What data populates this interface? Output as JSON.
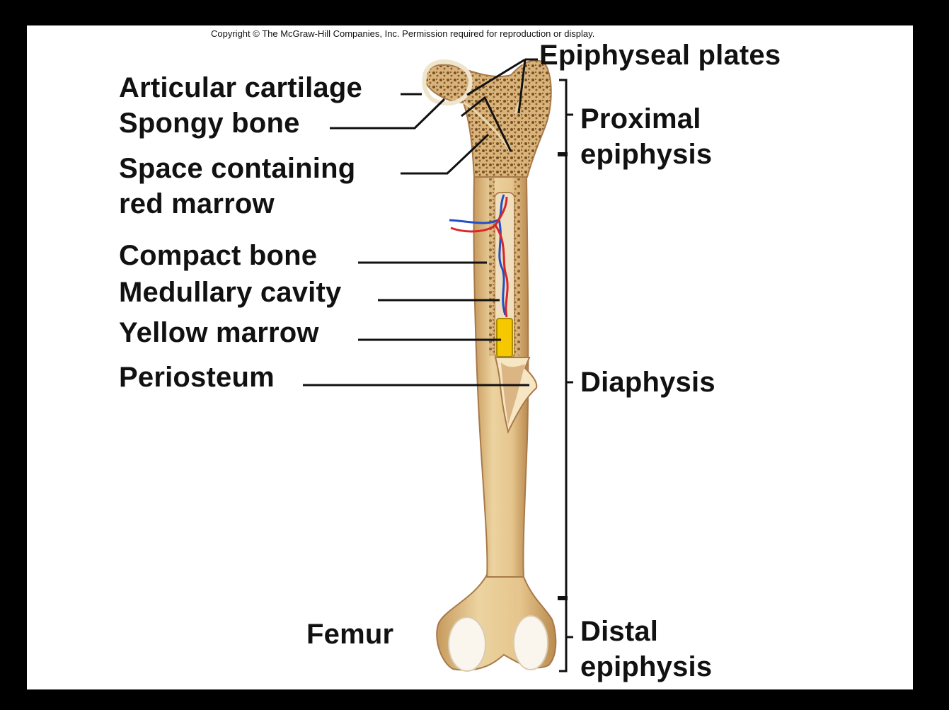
{
  "copyright": "Copyright © The McGraw-Hill Companies, Inc. Permission required for reproduction or display.",
  "labels": {
    "epiphyseal_plates": "Epiphyseal plates",
    "articular_cartilage": "Articular cartilage",
    "spongy_bone": "Spongy bone",
    "space_containing": "Space containing",
    "red_marrow": "red marrow",
    "compact_bone": "Compact bone",
    "medullary_cavity": "Medullary cavity",
    "yellow_marrow": "Yellow marrow",
    "periosteum": "Periosteum",
    "femur": "Femur"
  },
  "regions": {
    "proximal": "Proximal",
    "epiphysis1": "epiphysis",
    "diaphysis": "Diaphysis",
    "distal": "Distal",
    "epiphysis2": "epiphysis"
  },
  "colors": {
    "bone": "#e8c98f",
    "bone_shade": "#c79a5c",
    "spongy": "#b07a42",
    "cartilage": "#f4ecd8",
    "yellow_marrow": "#f5c800",
    "artery": "#d8262a",
    "vein": "#1f4fc9"
  }
}
